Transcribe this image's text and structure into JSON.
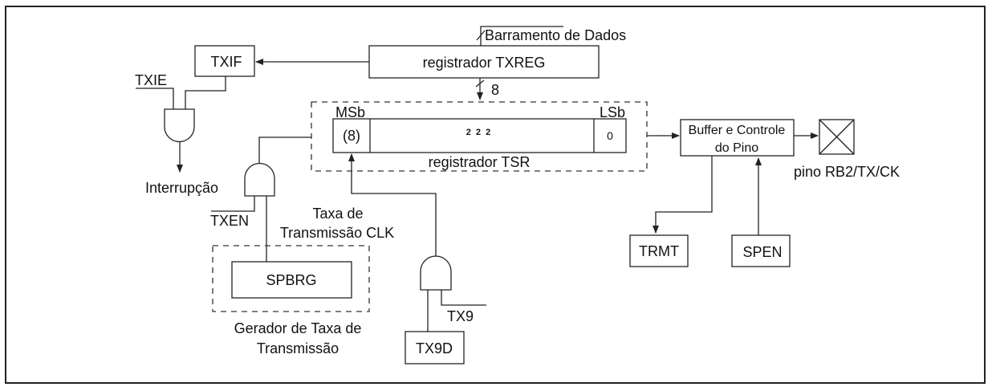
{
  "diagram": {
    "type": "block-diagram",
    "title": "",
    "blocks": {
      "txif": "TXIF",
      "txreg": "registrador TXREG",
      "tsr_label": "registrador TSR",
      "tsr_msb_cell": "(8)",
      "tsr_middle_cell": "2  2  2",
      "tsr_lsb_cell": "0",
      "buffer_line1": "Buffer e Controle",
      "buffer_line2": "do Pino",
      "trmt": "TRMT",
      "spen": "SPEN",
      "spbrg": "SPBRG",
      "tx9d": "TX9D"
    },
    "labels": {
      "data_bus": "Barramento de Dados",
      "bus_width": "8",
      "msb": "MSb",
      "lsb": "LSb",
      "txie": "TXIE",
      "interrupt": "Interrupção",
      "txen": "TXEN",
      "clk_line1": "Taxa de",
      "clk_line2": "Transmissão CLK",
      "baud_gen_line1": "Gerador de Taxa de",
      "baud_gen_line2": "Transmissão",
      "tx9": "TX9",
      "pin": "pino RB2/TX/CK"
    },
    "connections": [
      {
        "from": "Barramento de Dados",
        "to": "registrador TXREG"
      },
      {
        "from": "registrador TXREG",
        "to": "TXIF"
      },
      {
        "from": "registrador TXREG",
        "to": "registrador TSR",
        "width": "8"
      },
      {
        "from": "TXIF",
        "to": "AND gate (interrupt)"
      },
      {
        "from": "TXIE",
        "to": "AND gate (interrupt)"
      },
      {
        "from": "AND gate (interrupt)",
        "to": "Interrupção"
      },
      {
        "from": "TXEN",
        "to": "AND gate (TSR enable)"
      },
      {
        "from": "SPBRG",
        "to": "AND gate (TSR enable)"
      },
      {
        "from": "AND gate (TSR enable)",
        "to": "registrador TSR"
      },
      {
        "from": "TX9D",
        "to": "AND gate (bit 8)"
      },
      {
        "from": "TX9",
        "to": "AND gate (bit 8)"
      },
      {
        "from": "AND gate (bit 8)",
        "to": "registrador TSR (8)"
      },
      {
        "from": "registrador TSR",
        "to": "Buffer e Controle do Pino"
      },
      {
        "from": "Buffer e Controle do Pino",
        "to": "pino RB2/TX/CK"
      },
      {
        "from": "Buffer e Controle do Pino",
        "to": "TRMT"
      },
      {
        "from": "SPEN",
        "to": "Buffer e Controle do Pino"
      }
    ]
  }
}
